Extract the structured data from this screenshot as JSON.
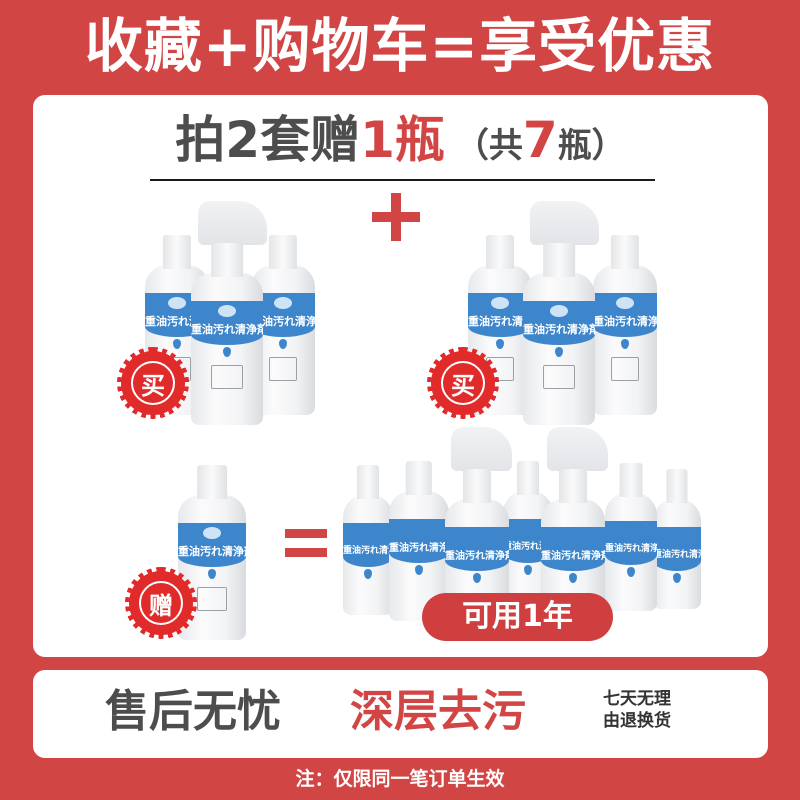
{
  "headline": "收藏+购物车=享受优惠",
  "offer": {
    "buy_prefix": "拍2套赠",
    "gift_count": "1瓶",
    "total_open": "（共",
    "total_num": "7",
    "total_close": "瓶）"
  },
  "product": {
    "name": "重油汚れ清浄剤",
    "label_color": "#3e86cc"
  },
  "badges": {
    "buy": "买",
    "gift": "赠"
  },
  "operators": {
    "plus": "plus-sign",
    "equals": "equals-sign"
  },
  "result_pill": "可用1年",
  "bottom_banner": {
    "slogan_gray": "售后无忧",
    "slogan_red": "深层去污",
    "guarantee_line1": "七天无理",
    "guarantee_line2": "由退换货"
  },
  "footnote": "注：仅限同一笔订单生效",
  "colors": {
    "background": "#d24545",
    "card": "#ffffff",
    "text_gray": "#4d4d4d",
    "accent_red": "#d24545"
  }
}
